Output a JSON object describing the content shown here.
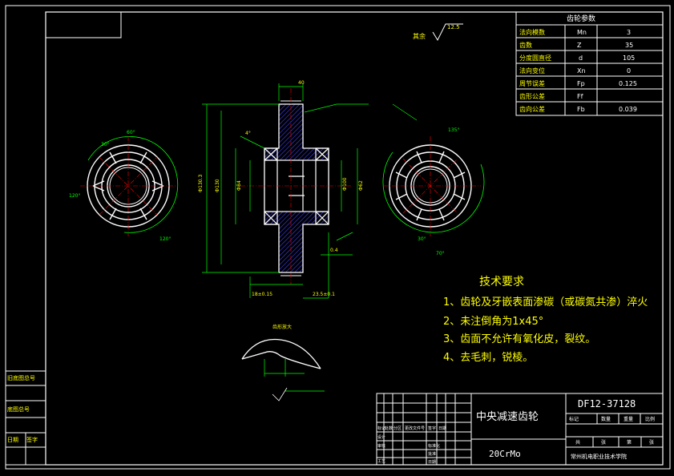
{
  "gear_param_table": {
    "title": "齿轮参数",
    "rows": [
      {
        "name": "法向模数",
        "symbol": "Mn",
        "value": "3"
      },
      {
        "name": "齿数",
        "symbol": "Z",
        "value": "35"
      },
      {
        "name": "分度圆直径",
        "symbol": "d",
        "value": "105"
      },
      {
        "name": "法向变位",
        "symbol": "Xn",
        "value": "0"
      },
      {
        "name": "周节误差",
        "symbol": "Fp",
        "value": "0.125"
      },
      {
        "name": "齿形公差",
        "symbol": "Ff",
        "value": ""
      },
      {
        "name": "齿向公差",
        "symbol": "Fb",
        "value": "0.039"
      }
    ]
  },
  "surface_note": {
    "others": "其余",
    "roughness": "12.5"
  },
  "tech_requirements": {
    "title": "技术要求",
    "items": [
      "1、齿轮及牙嵌表面渗碳（或碳氮共渗）淬火",
      "2、未注倒角为1x45°",
      "3、齿面不允许有氧化皮，裂纹。",
      "4、去毛刺，锐棱。"
    ]
  },
  "title_block": {
    "part_name": "中央减速齿轮",
    "drawing_no": "DF12-37128",
    "material": "20CrMo",
    "school": "常州机电职业技术学院",
    "mark_headers": [
      "标记",
      "数量",
      "重量",
      "比例"
    ],
    "sheet_labels": [
      "共",
      "张",
      "第",
      "张"
    ],
    "sign_rows": [
      "标记",
      "设计",
      "审核",
      "工艺"
    ],
    "sign_cols": [
      "处数",
      "分区",
      "更改文件号",
      "签字",
      "日期"
    ],
    "sign_cols2": [
      "标准化",
      "批准",
      "日期"
    ]
  },
  "left_strip": {
    "labels": [
      "旧底图总号",
      "底图总号",
      "日期",
      "签字"
    ]
  },
  "dimensions": {
    "face_width": "40",
    "dim_a": "Ф130.3",
    "dim_b": "Ф130",
    "dim_c": "Ф84",
    "dim_d": "Ф62",
    "dim_e": "Ф100",
    "angle_60": "60°",
    "angle_120": "120°",
    "angle_30": "30°",
    "angle_135": "135°",
    "angle_70": "70°",
    "chamfer": "4°",
    "len_1": "18±0.15",
    "len_2": "23.5±0.1",
    "len_3": "0.4"
  },
  "detail_label": "齿形放大"
}
